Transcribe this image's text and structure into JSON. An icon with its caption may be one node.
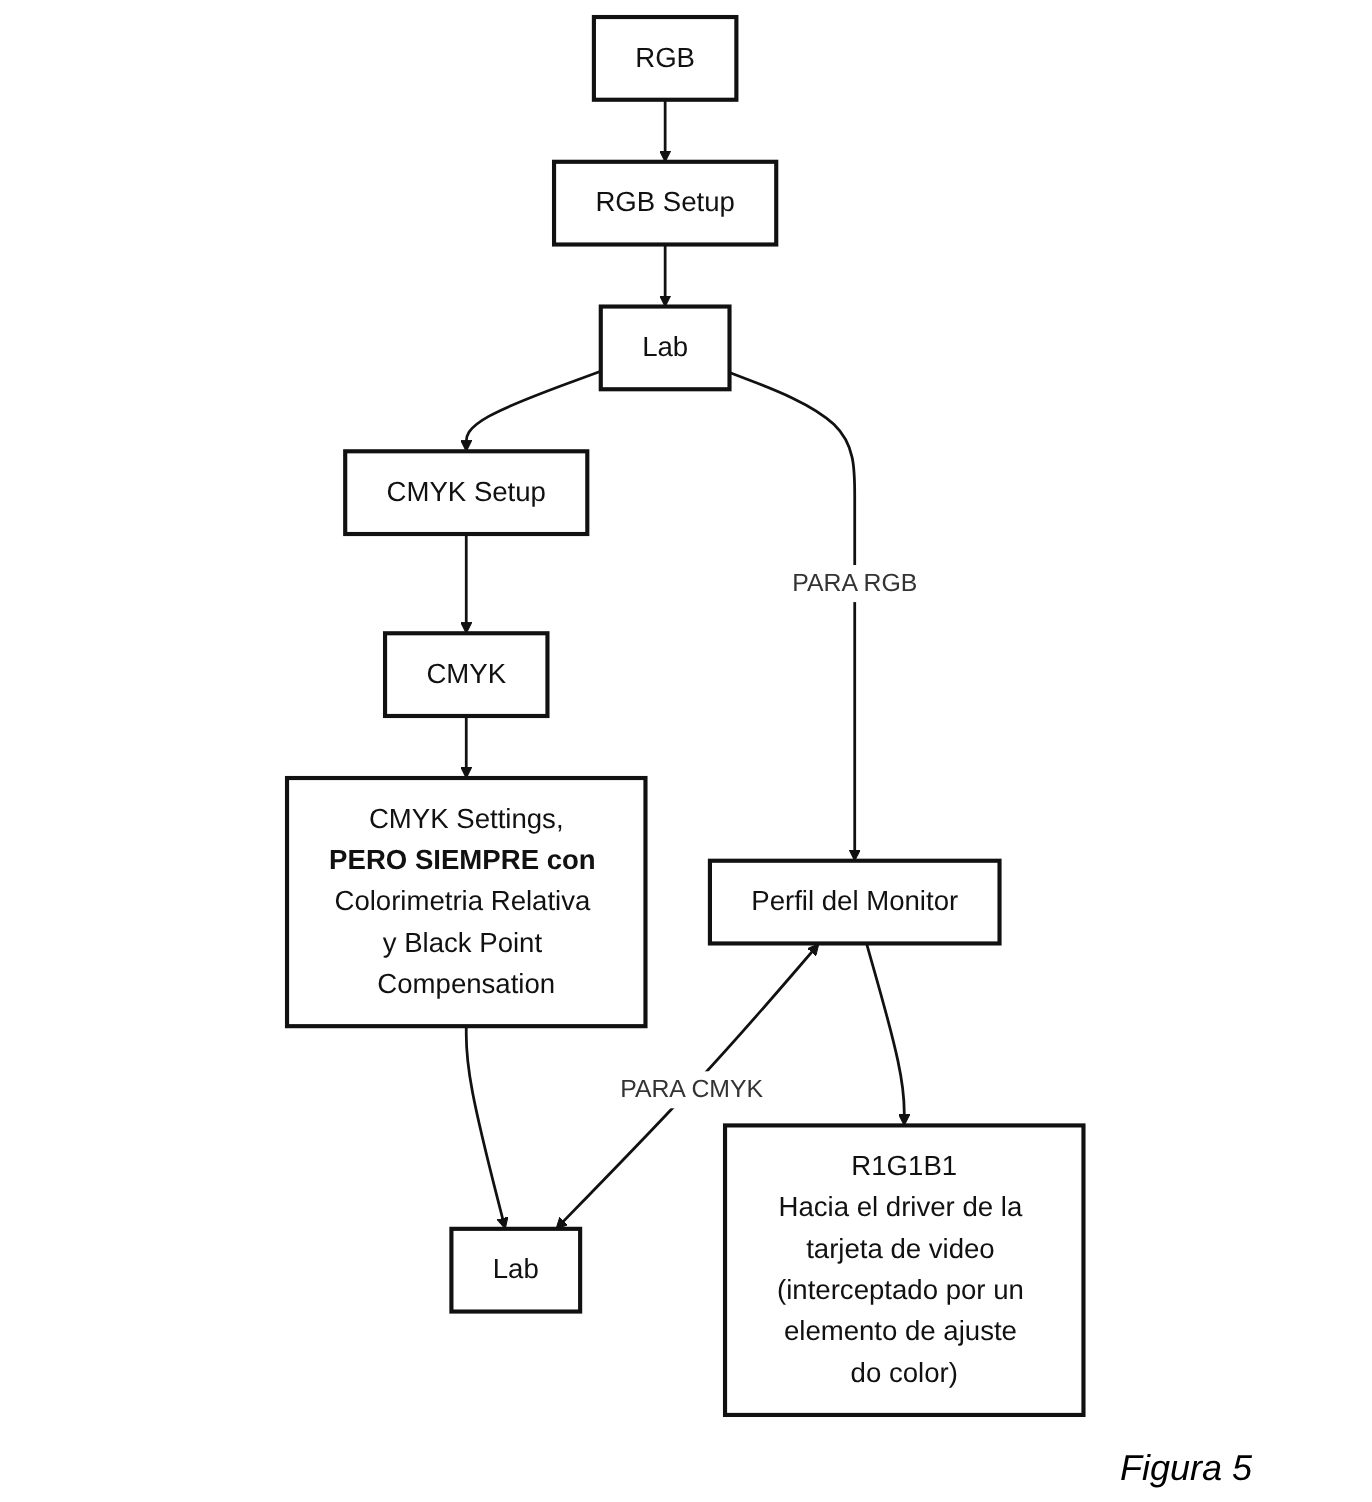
{
  "diagram": {
    "caption": "Figura 5",
    "nodes": [
      {
        "text": [
          "RGB"
        ]
      },
      {
        "text": [
          "Lab"
        ]
      },
      {
        "text": [
          "CMYK"
        ]
      },
      {
        "text": [
          "RGB Setup"
        ]
      },
      {
        "text": [
          "CMYK Setup"
        ]
      },
      {
        "text": [
          "CMYK Settings,",
          "**PERO SIEMPRE con** Colorimetria Relativa y Black Point Compensation"
        ]
      },
      {
        "text": [
          "Perfil del Monitor"
        ]
      },
      {
        "text": [
          "R1G1B1",
          "Hacia el driver de la tarjeta de video (interceptado por un elemento de ajuste do color)"
        ]
      },
      {
        "text": [
          "Lab"
        ]
      }
    ],
    "edges": [
      {
        "from": 0,
        "to": 3,
        "arrow": "to"
      },
      {
        "from": 3,
        "to": 1,
        "arrow": "to"
      },
      {
        "from": 1,
        "to": 4,
        "arrow": "to"
      },
      {
        "from": 4,
        "to": 2,
        "arrow": "to"
      },
      {
        "from": 2,
        "to": 5,
        "arrow": "to"
      },
      {
        "from": 1,
        "to": 6,
        "arrow": "to",
        "label": "PARA RGB"
      },
      {
        "from": 5,
        "to": 8,
        "arrow": "to"
      },
      {
        "from": 6,
        "to": 7,
        "arrow": "to"
      },
      {
        "from": 6,
        "to": 8,
        "arrow": "both",
        "label": "PARA CMYK"
      }
    ]
  }
}
